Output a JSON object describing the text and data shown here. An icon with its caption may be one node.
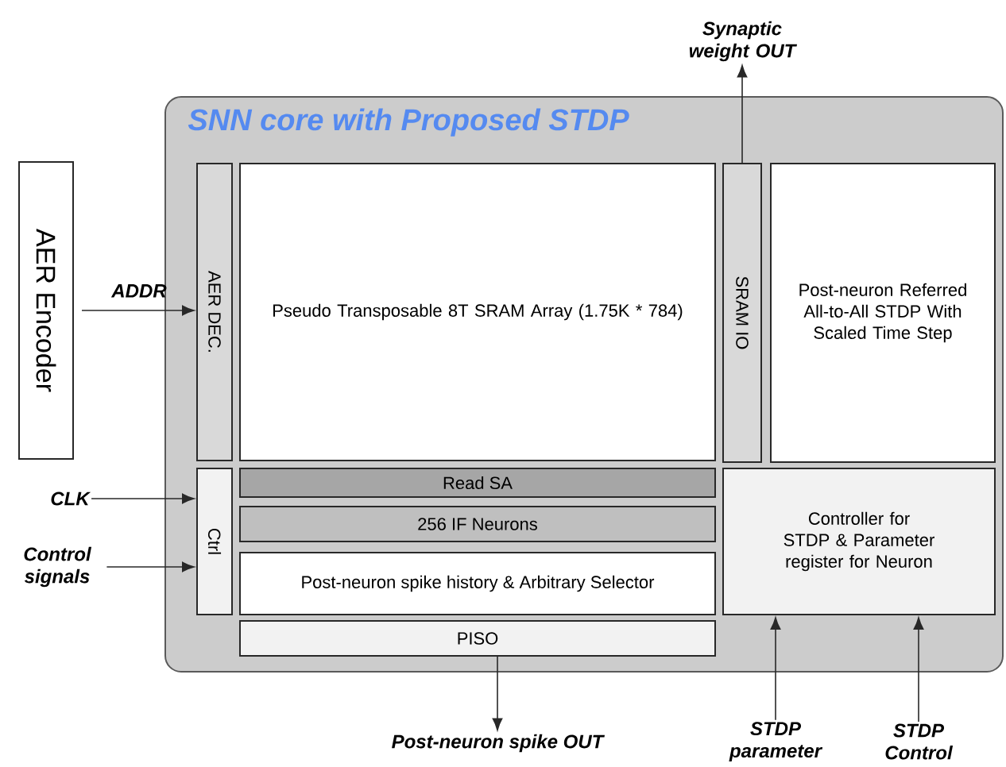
{
  "diagram": {
    "nodes": [
      {
        "text": [
          "SNN core with Proposed STDP"
        ]
      },
      {
        "text": [
          "AER Encoder"
        ]
      },
      {
        "text": [
          "AER DEC."
        ],
        "in": 0
      },
      {
        "text": [
          "Pseudo Transposable 8T SRAM Array (1.75K * 784)"
        ],
        "in": 0
      },
      {
        "text": [
          "SRAM IO"
        ],
        "in": 0
      },
      {
        "text": [
          "Post-neuron Referred All-to-All STDP With Scaled Time Step"
        ],
        "in": 0
      },
      {
        "text": [
          "Ctrl"
        ],
        "in": 0
      },
      {
        "text": [
          "Read SA"
        ],
        "in": 0
      },
      {
        "text": [
          "256 IF Neurons"
        ],
        "in": 0
      },
      {
        "text": [
          "Post-neuron spike history & Arbitrary Selector"
        ],
        "in": 0
      },
      {
        "text": [
          "PISO"
        ],
        "in": 0
      },
      {
        "text": [
          "Controller for STDP & Parameter register for Neuron"
        ],
        "in": 0
      },
      {
        "text": [
          "Synaptic weight OUT"
        ]
      },
      {
        "text": [
          "CLK"
        ]
      },
      {
        "text": [
          "Control signals"
        ]
      },
      {
        "text": [
          "Post-neuron spike OUT"
        ]
      },
      {
        "text": [
          "STDP parameter"
        ]
      },
      {
        "text": [
          "STDP Control"
        ]
      }
    ],
    "edges": [
      {
        "from": 1,
        "to": 2,
        "arrow": "to",
        "label": "ADDR"
      },
      {
        "from": 13,
        "to": 6,
        "arrow": "to"
      },
      {
        "from": 14,
        "to": 6,
        "arrow": "to"
      },
      {
        "from": 4,
        "to": 12,
        "arrow": "to"
      },
      {
        "from": 10,
        "to": 15,
        "arrow": "to"
      },
      {
        "from": 16,
        "to": 11,
        "arrow": "to"
      },
      {
        "from": 17,
        "to": 11,
        "arrow": "to"
      }
    ]
  }
}
